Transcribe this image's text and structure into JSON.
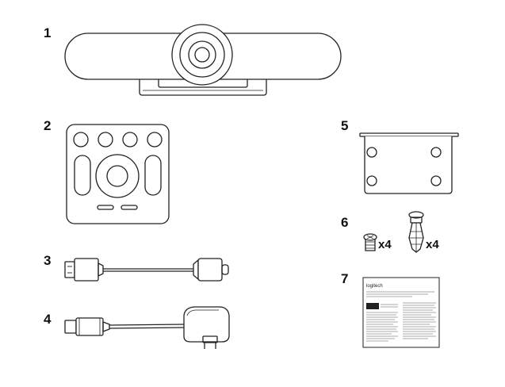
{
  "items": [
    {
      "number": "1",
      "icon": "meetup-camera-icon"
    },
    {
      "number": "2",
      "icon": "remote-control-icon"
    },
    {
      "number": "3",
      "icon": "usb-cable-icon"
    },
    {
      "number": "4",
      "icon": "power-adapter-icon"
    },
    {
      "number": "5",
      "icon": "mounting-bracket-icon"
    },
    {
      "number": "6",
      "icon": "screws-anchors-icon"
    },
    {
      "number": "7",
      "icon": "documentation-icon"
    }
  ],
  "screws_qty": "x4",
  "anchors_qty": "x4",
  "doc_logo": "logitech",
  "colors": {
    "outline": "#222222",
    "background": "#ffffff"
  }
}
